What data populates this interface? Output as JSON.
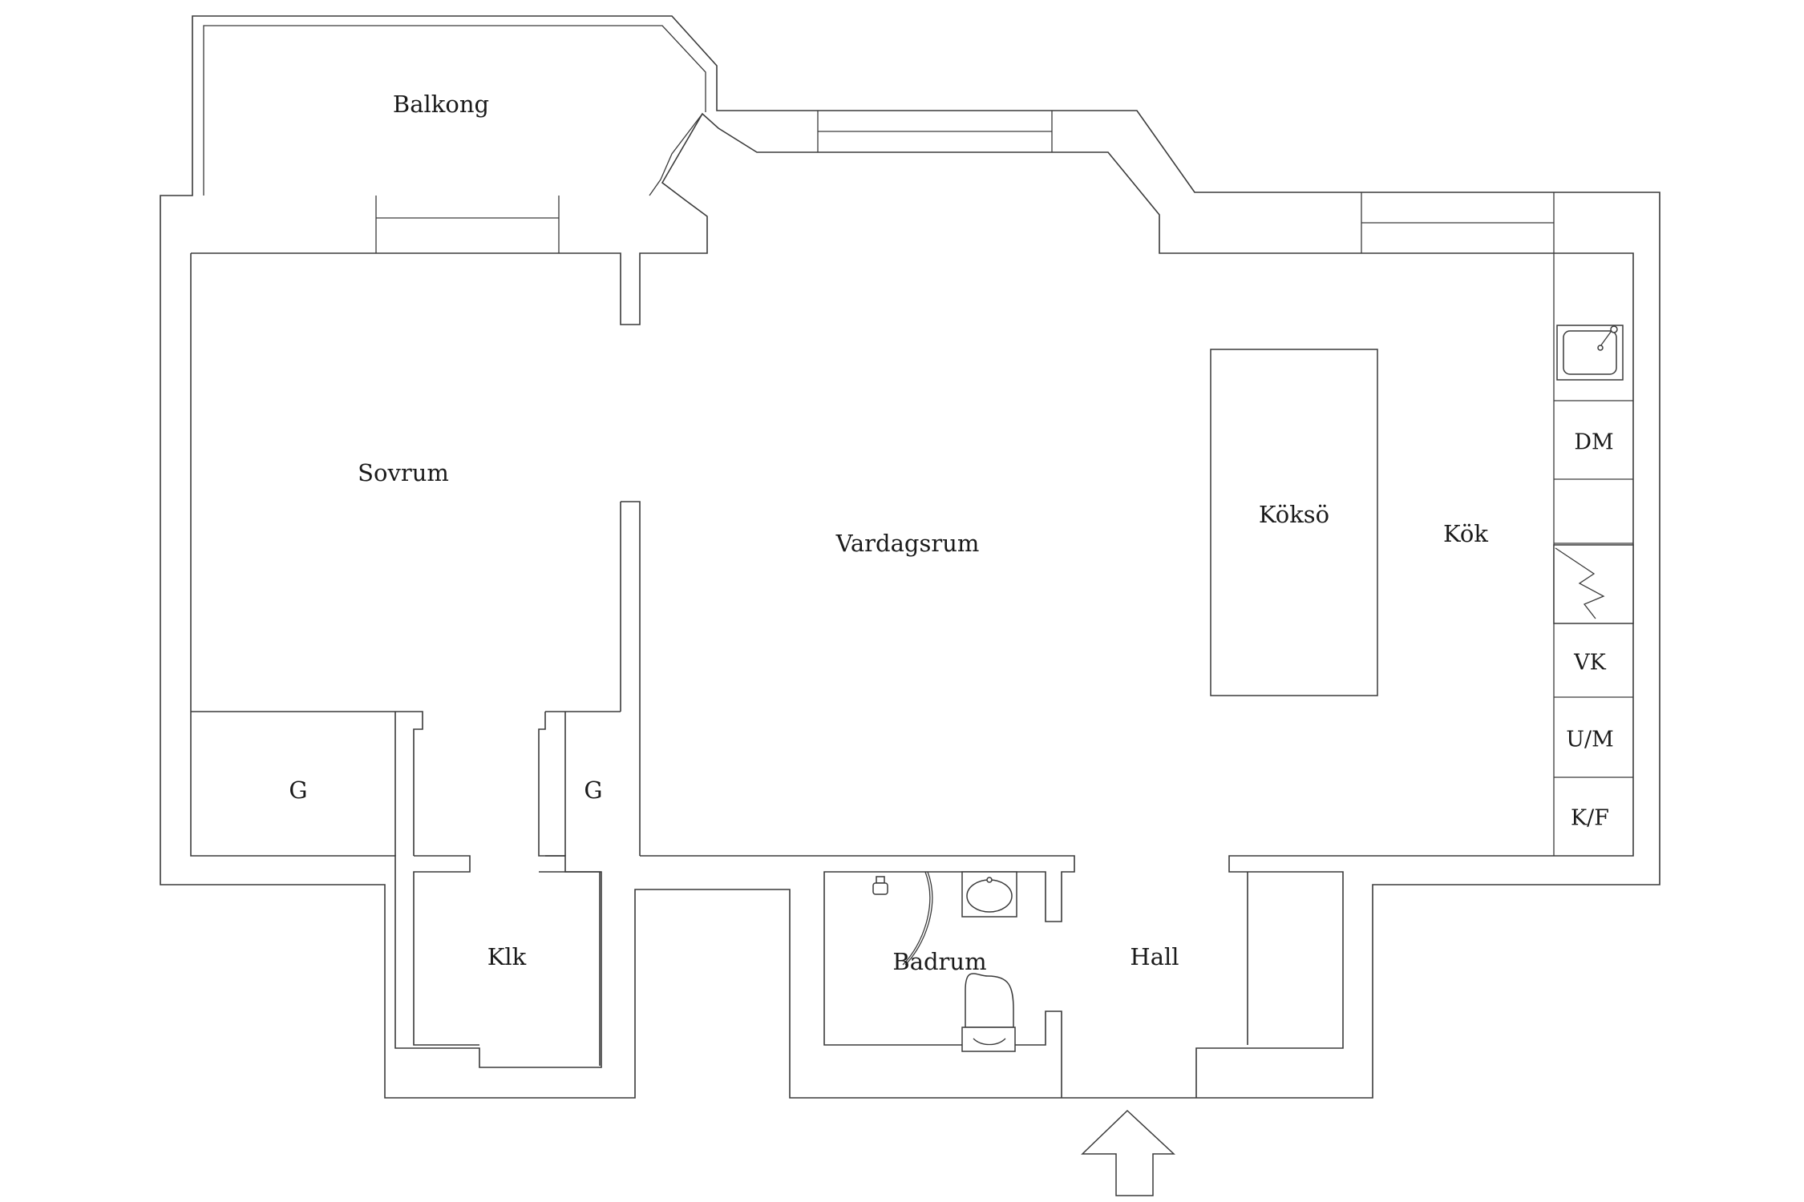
{
  "rooms": {
    "balcony": "Balkong",
    "bedroom": "Sovrum",
    "living_room": "Vardagsrum",
    "kitchen_island": "Köksö",
    "kitchen": "Kök",
    "wardrobe_left": "G",
    "wardrobe_right": "G",
    "walk_in_closet": "Klk",
    "bathroom": "Badrum",
    "hall": "Hall"
  },
  "appliances": {
    "dishwasher": "DM",
    "laundry_cabinet": "VK",
    "oven_microwave": "U/M",
    "fridge_freezer": "K/F"
  },
  "icons": {
    "entrance": "entrance-arrow-icon",
    "sink": "kitchen-sink-icon",
    "stove": "stove-icon",
    "washbasin": "washbasin-icon",
    "toilet": "toilet-icon",
    "shower": "shower-icon"
  }
}
